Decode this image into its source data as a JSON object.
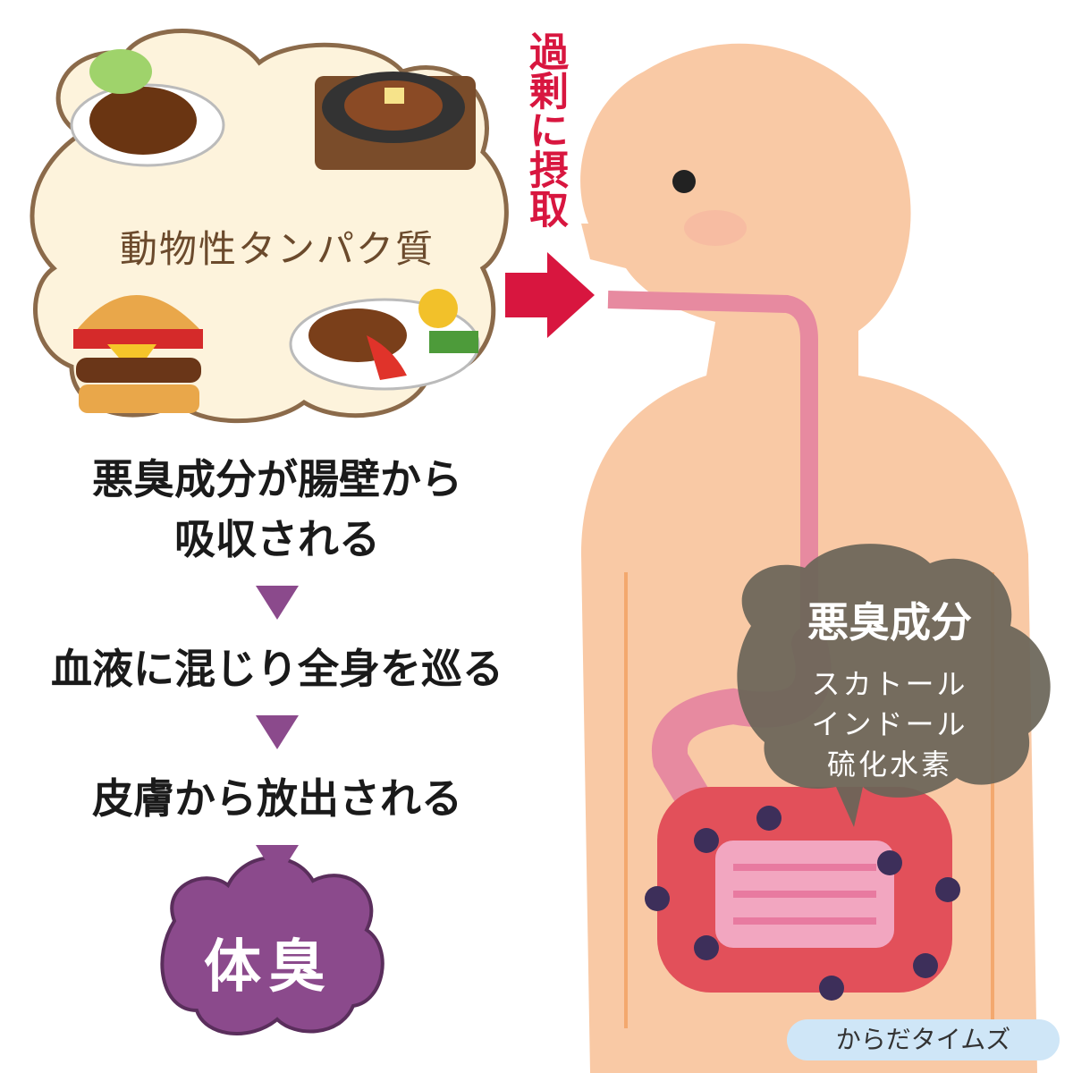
{
  "intake_label": "過剰に摂取",
  "food_cloud": {
    "title": "動物性タンパク質",
    "items": [
      "menchi-katsu",
      "steak",
      "hamburger",
      "hamburg-steak"
    ]
  },
  "steps": [
    "悪臭成分が腸壁から",
    "吸収される",
    "血液に混じり全身を巡る",
    "皮膚から放出される"
  ],
  "result": "体臭",
  "smell_cloud": {
    "title": "悪臭成分",
    "items": [
      "スカトール",
      "インドール",
      "硫化水素"
    ]
  },
  "watermark": "からだタイムズ",
  "colors": {
    "accent_red": "#d8163f",
    "purple": "#8b4a8c",
    "skin": "#f9c9a5",
    "smell_gray": "#6b6558",
    "cloud_cream": "#fdf3dc"
  }
}
